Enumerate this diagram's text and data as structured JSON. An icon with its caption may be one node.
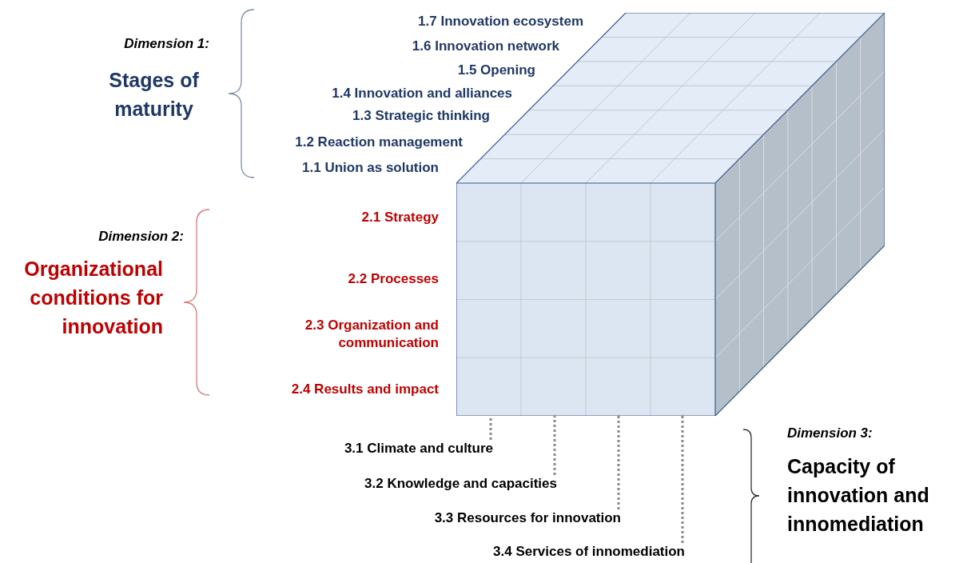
{
  "diagram": {
    "nodes": [
      {
        "text": [],
        "shape": "cube"
      },
      {
        "text": [
          "3.1 Climate and culture"
        ]
      },
      {
        "text": [
          "3.2 Knowledge and capacities"
        ]
      },
      {
        "text": [
          "3.3 Resources for innovation"
        ]
      },
      {
        "text": [
          "3.4 Services of innomediation"
        ]
      }
    ],
    "edges": [
      {
        "from": 1,
        "to": 0,
        "arrow": "none"
      },
      {
        "from": 2,
        "to": 0,
        "arrow": "none"
      },
      {
        "from": 3,
        "to": 0,
        "arrow": "none"
      },
      {
        "from": 4,
        "to": 0,
        "arrow": "none"
      }
    ],
    "labels": [
      "Dimension 1:",
      "Stages of maturity",
      "1.7 Innovation ecosystem",
      "1.6 Innovation network",
      "1.5 Opening",
      "1.4 Innovation and alliances",
      "1.3 Strategic thinking",
      "1.2 Reaction management",
      "1.1 Union as solution",
      "Dimension 2:",
      "Organizational conditions for innovation",
      "2.1 Strategy",
      "2.2 Processes",
      "2.3 Organization and communication",
      "2.4 Results and impact",
      "Dimension 3:",
      "Capacity of innovation and innomediation"
    ]
  }
}
